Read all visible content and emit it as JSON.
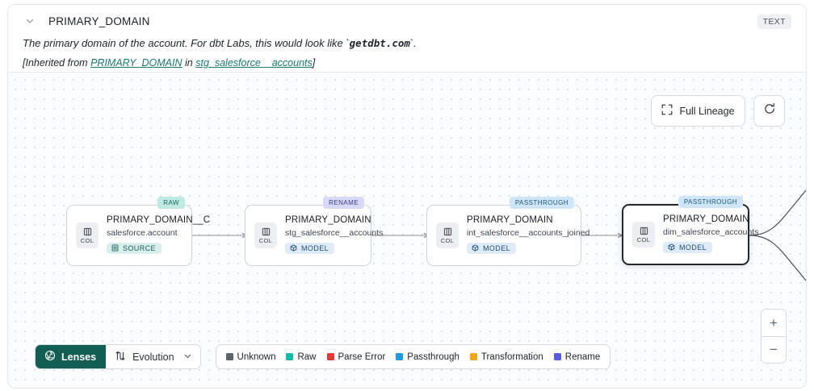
{
  "header": {
    "chevron_icon": "chevron-down-icon",
    "column_name": "PRIMARY_DOMAIN",
    "type_badge": "TEXT",
    "description_pre": "The primary domain of the account. For dbt Labs, this would look like `",
    "description_code": "getdbt.com",
    "description_post": "`.",
    "inherited_pre": "[Inherited from ",
    "inherited_link": "PRIMARY_DOMAIN",
    "inherited_mid": " in ",
    "inherited_source": "stg_salesforce__accounts",
    "inherited_post": "]"
  },
  "canvas": {
    "full_lineage_label": "Full Lineage",
    "full_lineage_icon": "expand-icon",
    "refresh_icon": "refresh-icon",
    "zoom_in_label": "+",
    "zoom_out_label": "−"
  },
  "nodes": [
    {
      "title": "PRIMARY_DOMAIN__C",
      "subtitle": "salesforce.account",
      "chip_label": "COL",
      "type_label": "SOURCE",
      "type_kind": "source",
      "lens_label": "RAW",
      "lens_kind": "raw",
      "selected": false
    },
    {
      "title": "PRIMARY_DOMAIN",
      "subtitle": "stg_salesforce__accounts",
      "chip_label": "COL",
      "type_label": "MODEL",
      "type_kind": "model",
      "lens_label": "RENAME",
      "lens_kind": "rename",
      "selected": false
    },
    {
      "title": "PRIMARY_DOMAIN",
      "subtitle": "int_salesforce__accounts_joined",
      "chip_label": "COL",
      "type_label": "MODEL",
      "type_kind": "model",
      "lens_label": "PASSTHROUGH",
      "lens_kind": "passthrough",
      "selected": false
    },
    {
      "title": "PRIMARY_DOMAIN",
      "subtitle": "dim_salesforce_accounts",
      "chip_label": "COL",
      "type_label": "MODEL",
      "type_kind": "model",
      "lens_label": "PASSTHROUGH",
      "lens_kind": "passthrough",
      "selected": true
    }
  ],
  "toolbar": {
    "lenses_label": "Lenses",
    "lenses_icon": "aperture-icon",
    "evolution_label": "Evolution",
    "evolution_icon": "flow-route-icon",
    "evolution_caret_icon": "chevron-down-icon"
  },
  "legend": [
    {
      "label": "Unknown",
      "color": "#5c646d"
    },
    {
      "label": "Raw",
      "color": "#14b8a6"
    },
    {
      "label": "Parse Error",
      "color": "#e03a3a"
    },
    {
      "label": "Passthrough",
      "color": "#1f9be0"
    },
    {
      "label": "Transformation",
      "color": "#f0a818"
    },
    {
      "label": "Rename",
      "color": "#5b5be0"
    }
  ]
}
